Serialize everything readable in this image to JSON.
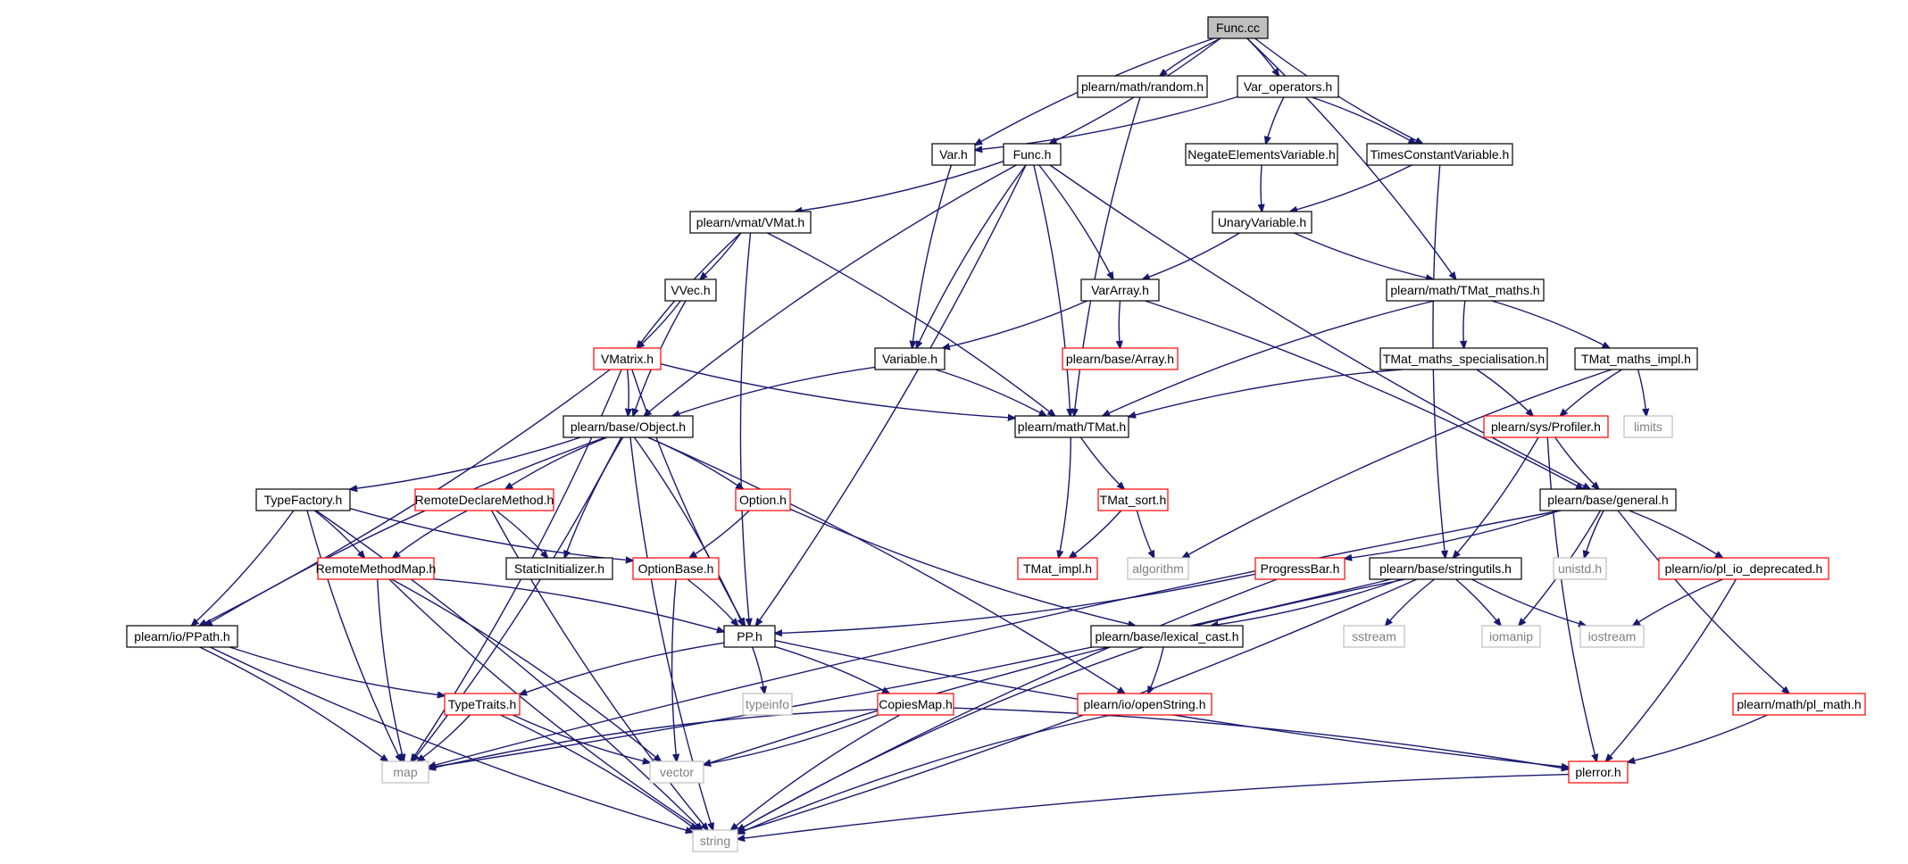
{
  "colors": {
    "edge": "#191970",
    "normal_border": "#000000",
    "truncated_border": "#ff0000",
    "external_border": "#bfbfbf",
    "root_fill": "#bfbfbf",
    "external_text": "#808080"
  },
  "diagram": {
    "title": "",
    "nodes": [
      {
        "id": "funccc",
        "label": "Func.cc",
        "kind": "root"
      },
      {
        "id": "random",
        "label": "plearn/math/random.h",
        "kind": "normal"
      },
      {
        "id": "varops",
        "label": "Var_operators.h",
        "kind": "normal"
      },
      {
        "id": "varh",
        "label": "Var.h",
        "kind": "normal"
      },
      {
        "id": "funch",
        "label": "Func.h",
        "kind": "normal"
      },
      {
        "id": "negate",
        "label": "NegateElementsVariable.h",
        "kind": "normal"
      },
      {
        "id": "timesconst",
        "label": "TimesConstantVariable.h",
        "kind": "normal"
      },
      {
        "id": "vmat",
        "label": "plearn/vmat/VMat.h",
        "kind": "normal"
      },
      {
        "id": "unary",
        "label": "UnaryVariable.h",
        "kind": "normal"
      },
      {
        "id": "vvec",
        "label": "VVec.h",
        "kind": "normal"
      },
      {
        "id": "vararray",
        "label": "VarArray.h",
        "kind": "normal"
      },
      {
        "id": "tmatmaths",
        "label": "plearn/math/TMat_maths.h",
        "kind": "normal"
      },
      {
        "id": "vmatrix",
        "label": "VMatrix.h",
        "kind": "truncated"
      },
      {
        "id": "variable",
        "label": "Variable.h",
        "kind": "normal"
      },
      {
        "id": "array",
        "label": "plearn/base/Array.h",
        "kind": "truncated"
      },
      {
        "id": "tmatspec",
        "label": "TMat_maths_specialisation.h",
        "kind": "normal"
      },
      {
        "id": "tmatimpl",
        "label": "TMat_maths_impl.h",
        "kind": "normal"
      },
      {
        "id": "object",
        "label": "plearn/base/Object.h",
        "kind": "normal"
      },
      {
        "id": "tmat",
        "label": "plearn/math/TMat.h",
        "kind": "normal"
      },
      {
        "id": "profiler",
        "label": "plearn/sys/Profiler.h",
        "kind": "truncated"
      },
      {
        "id": "limits",
        "label": "limits",
        "kind": "external"
      },
      {
        "id": "typefactory",
        "label": "TypeFactory.h",
        "kind": "normal"
      },
      {
        "id": "remotedeclare",
        "label": "RemoteDeclareMethod.h",
        "kind": "truncated"
      },
      {
        "id": "option",
        "label": "Option.h",
        "kind": "truncated"
      },
      {
        "id": "tmatsort",
        "label": "TMat_sort.h",
        "kind": "truncated"
      },
      {
        "id": "general",
        "label": "plearn/base/general.h",
        "kind": "normal"
      },
      {
        "id": "remotemethodmap",
        "label": "RemoteMethodMap.h",
        "kind": "truncated"
      },
      {
        "id": "staticinit",
        "label": "StaticInitializer.h",
        "kind": "normal"
      },
      {
        "id": "optionbase",
        "label": "OptionBase.h",
        "kind": "truncated"
      },
      {
        "id": "tmatimplh",
        "label": "TMat_impl.h",
        "kind": "truncated"
      },
      {
        "id": "algorithm",
        "label": "algorithm",
        "kind": "external"
      },
      {
        "id": "progressbar",
        "label": "ProgressBar.h",
        "kind": "truncated"
      },
      {
        "id": "stringutils",
        "label": "plearn/base/stringutils.h",
        "kind": "normal"
      },
      {
        "id": "unistd",
        "label": "unistd.h",
        "kind": "external"
      },
      {
        "id": "pliodep",
        "label": "plearn/io/pl_io_deprecated.h",
        "kind": "truncated"
      },
      {
        "id": "ppath",
        "label": "plearn/io/PPath.h",
        "kind": "normal"
      },
      {
        "id": "pph",
        "label": "PP.h",
        "kind": "normal"
      },
      {
        "id": "lexcast",
        "label": "plearn/base/lexical_cast.h",
        "kind": "normal"
      },
      {
        "id": "sstream",
        "label": "sstream",
        "kind": "external"
      },
      {
        "id": "iomanip",
        "label": "iomanip",
        "kind": "external"
      },
      {
        "id": "iostream",
        "label": "iostream",
        "kind": "external"
      },
      {
        "id": "typeinfo",
        "label": "typeinfo",
        "kind": "external"
      },
      {
        "id": "typetraits",
        "label": "TypeTraits.h",
        "kind": "truncated"
      },
      {
        "id": "copiesmap",
        "label": "CopiesMap.h",
        "kind": "truncated"
      },
      {
        "id": "openstring",
        "label": "plearn/io/openString.h",
        "kind": "truncated"
      },
      {
        "id": "plmath",
        "label": "plearn/math/pl_math.h",
        "kind": "truncated"
      },
      {
        "id": "map",
        "label": "map",
        "kind": "external"
      },
      {
        "id": "vector",
        "label": "vector",
        "kind": "external"
      },
      {
        "id": "plerror",
        "label": "plerror.h",
        "kind": "truncated"
      },
      {
        "id": "string",
        "label": "string",
        "kind": "external"
      }
    ],
    "edges": [
      [
        "funccc",
        "random"
      ],
      [
        "funccc",
        "varops"
      ],
      [
        "funccc",
        "varh"
      ],
      [
        "funccc",
        "funch"
      ],
      [
        "funccc",
        "timesconst"
      ],
      [
        "funccc",
        "tmatmaths"
      ],
      [
        "random",
        "tmat"
      ],
      [
        "varops",
        "varh"
      ],
      [
        "varops",
        "negate"
      ],
      [
        "varops",
        "timesconst"
      ],
      [
        "varh",
        "variable"
      ],
      [
        "funch",
        "vmat"
      ],
      [
        "funch",
        "variable"
      ],
      [
        "funch",
        "vararray"
      ],
      [
        "funch",
        "object"
      ],
      [
        "funch",
        "tmat"
      ],
      [
        "funch",
        "general"
      ],
      [
        "funch",
        "pph"
      ],
      [
        "negate",
        "unary"
      ],
      [
        "timesconst",
        "unary"
      ],
      [
        "timesconst",
        "stringutils"
      ],
      [
        "unary",
        "vararray"
      ],
      [
        "unary",
        "tmatmaths"
      ],
      [
        "vmat",
        "vvec"
      ],
      [
        "vmat",
        "vmatrix"
      ],
      [
        "vmat",
        "tmat"
      ],
      [
        "vmat",
        "pph"
      ],
      [
        "vvec",
        "vmatrix"
      ],
      [
        "vvec",
        "object"
      ],
      [
        "vararray",
        "variable"
      ],
      [
        "vararray",
        "array"
      ],
      [
        "vararray",
        "general"
      ],
      [
        "tmatmaths",
        "tmatspec"
      ],
      [
        "tmatmaths",
        "tmatimpl"
      ],
      [
        "tmatmaths",
        "tmat"
      ],
      [
        "vmatrix",
        "object"
      ],
      [
        "vmatrix",
        "tmat"
      ],
      [
        "vmatrix",
        "ppath"
      ],
      [
        "vmatrix",
        "pph"
      ],
      [
        "vmatrix",
        "map"
      ],
      [
        "variable",
        "object"
      ],
      [
        "variable",
        "tmat"
      ],
      [
        "tmatspec",
        "tmat"
      ],
      [
        "tmatspec",
        "profiler"
      ],
      [
        "tmatimpl",
        "profiler"
      ],
      [
        "tmatimpl",
        "limits"
      ],
      [
        "tmatimpl",
        "algorithm"
      ],
      [
        "object",
        "typefactory"
      ],
      [
        "object",
        "remotedeclare"
      ],
      [
        "object",
        "option"
      ],
      [
        "object",
        "staticinit"
      ],
      [
        "object",
        "pph"
      ],
      [
        "object",
        "ppath"
      ],
      [
        "object",
        "map"
      ],
      [
        "object",
        "string"
      ],
      [
        "object",
        "openstring"
      ],
      [
        "tmat",
        "tmatsort"
      ],
      [
        "tmat",
        "tmatimplh"
      ],
      [
        "profiler",
        "general"
      ],
      [
        "profiler",
        "stringutils"
      ],
      [
        "profiler",
        "plerror"
      ],
      [
        "typefactory",
        "remotemethodmap"
      ],
      [
        "typefactory",
        "optionbase"
      ],
      [
        "typefactory",
        "ppath"
      ],
      [
        "typefactory",
        "map"
      ],
      [
        "typefactory",
        "string"
      ],
      [
        "remotedeclare",
        "remotemethodmap"
      ],
      [
        "remotedeclare",
        "staticinit"
      ],
      [
        "remotedeclare",
        "string"
      ],
      [
        "option",
        "optionbase"
      ],
      [
        "option",
        "lexcast"
      ],
      [
        "tmatsort",
        "tmatimplh"
      ],
      [
        "tmatsort",
        "algorithm"
      ],
      [
        "general",
        "progressbar"
      ],
      [
        "general",
        "unistd"
      ],
      [
        "general",
        "pliodep"
      ],
      [
        "general",
        "plmath"
      ],
      [
        "general",
        "iomanip"
      ],
      [
        "general",
        "map"
      ],
      [
        "remotemethodmap",
        "pph"
      ],
      [
        "remotemethodmap",
        "map"
      ],
      [
        "remotemethodmap",
        "vector"
      ],
      [
        "remotemethodmap",
        "string"
      ],
      [
        "optionbase",
        "pph"
      ],
      [
        "optionbase",
        "vector"
      ],
      [
        "progressbar",
        "pph"
      ],
      [
        "progressbar",
        "string"
      ],
      [
        "stringutils",
        "lexcast"
      ],
      [
        "stringutils",
        "sstream"
      ],
      [
        "stringutils",
        "iomanip"
      ],
      [
        "stringutils",
        "iostream"
      ],
      [
        "stringutils",
        "map"
      ],
      [
        "stringutils",
        "vector"
      ],
      [
        "stringutils",
        "string"
      ],
      [
        "pliodep",
        "iostream"
      ],
      [
        "pliodep",
        "plerror"
      ],
      [
        "ppath",
        "typetraits"
      ],
      [
        "ppath",
        "map"
      ],
      [
        "ppath",
        "string"
      ],
      [
        "pph",
        "typeinfo"
      ],
      [
        "pph",
        "typetraits"
      ],
      [
        "pph",
        "copiesmap"
      ],
      [
        "pph",
        "plerror"
      ],
      [
        "lexcast",
        "openstring"
      ],
      [
        "lexcast",
        "string"
      ],
      [
        "typetraits",
        "map"
      ],
      [
        "typetraits",
        "vector"
      ],
      [
        "typetraits",
        "string"
      ],
      [
        "copiesmap",
        "map"
      ],
      [
        "copiesmap",
        "vector"
      ],
      [
        "copiesmap",
        "string"
      ],
      [
        "copiesmap",
        "plerror"
      ],
      [
        "openstring",
        "string"
      ],
      [
        "plmath",
        "plerror"
      ],
      [
        "plerror",
        "string"
      ]
    ]
  }
}
